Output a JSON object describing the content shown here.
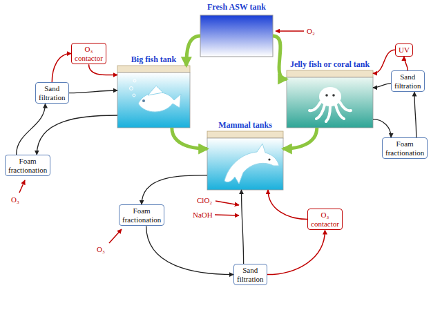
{
  "diagram": {
    "nodes": [
      {
        "text": [
          "Fresh ASW tank"
        ]
      },
      {
        "text": [
          "Big fish tank"
        ]
      },
      {
        "text": [
          "Jelly fish or coral tank"
        ]
      },
      {
        "text": [
          "Mammal tanks"
        ]
      },
      {
        "text": [
          "O₃ contactor"
        ]
      },
      {
        "text": [
          "Sand filtration"
        ]
      },
      {
        "text": [
          "Foam fractionation"
        ]
      },
      {
        "text": [
          "UV"
        ]
      },
      {
        "text": [
          "Sand filtration"
        ]
      },
      {
        "text": [
          "Foam fractionation"
        ]
      },
      {
        "text": [
          "Foam fractionation"
        ]
      },
      {
        "text": [
          "Sand filtration"
        ]
      },
      {
        "text": [
          "O₃ contactor"
        ]
      }
    ],
    "edges": [
      {
        "from": 0,
        "to": 1,
        "arrow": "to"
      },
      {
        "from": 0,
        "to": 2,
        "arrow": "to"
      },
      {
        "from": 1,
        "to": 3,
        "arrow": "to"
      },
      {
        "from": 2,
        "to": 3,
        "arrow": "to"
      },
      {
        "from": 1,
        "to": 6,
        "arrow": "to"
      },
      {
        "from": 6,
        "to": 5,
        "arrow": "to"
      },
      {
        "from": 5,
        "to": 1,
        "arrow": "to"
      },
      {
        "from": 5,
        "to": 4,
        "arrow": "to"
      },
      {
        "from": 4,
        "to": 1,
        "arrow": "to"
      },
      {
        "from": 2,
        "to": 9,
        "arrow": "to"
      },
      {
        "from": 9,
        "to": 8,
        "arrow": "to"
      },
      {
        "from": 8,
        "to": 2,
        "arrow": "to"
      },
      {
        "from": 8,
        "to": 7,
        "arrow": "to"
      },
      {
        "from": 7,
        "to": 2,
        "arrow": "to"
      },
      {
        "from": 3,
        "to": 10,
        "arrow": "to"
      },
      {
        "from": 10,
        "to": 11,
        "arrow": "to"
      },
      {
        "from": 11,
        "to": 3,
        "arrow": "to"
      },
      {
        "from": 11,
        "to": 12,
        "arrow": "to"
      },
      {
        "from": 12,
        "to": 3,
        "arrow": "to"
      }
    ],
    "labels": [
      "O₂",
      "O₃",
      "ClO₂",
      "NaOH",
      "O₃"
    ]
  }
}
